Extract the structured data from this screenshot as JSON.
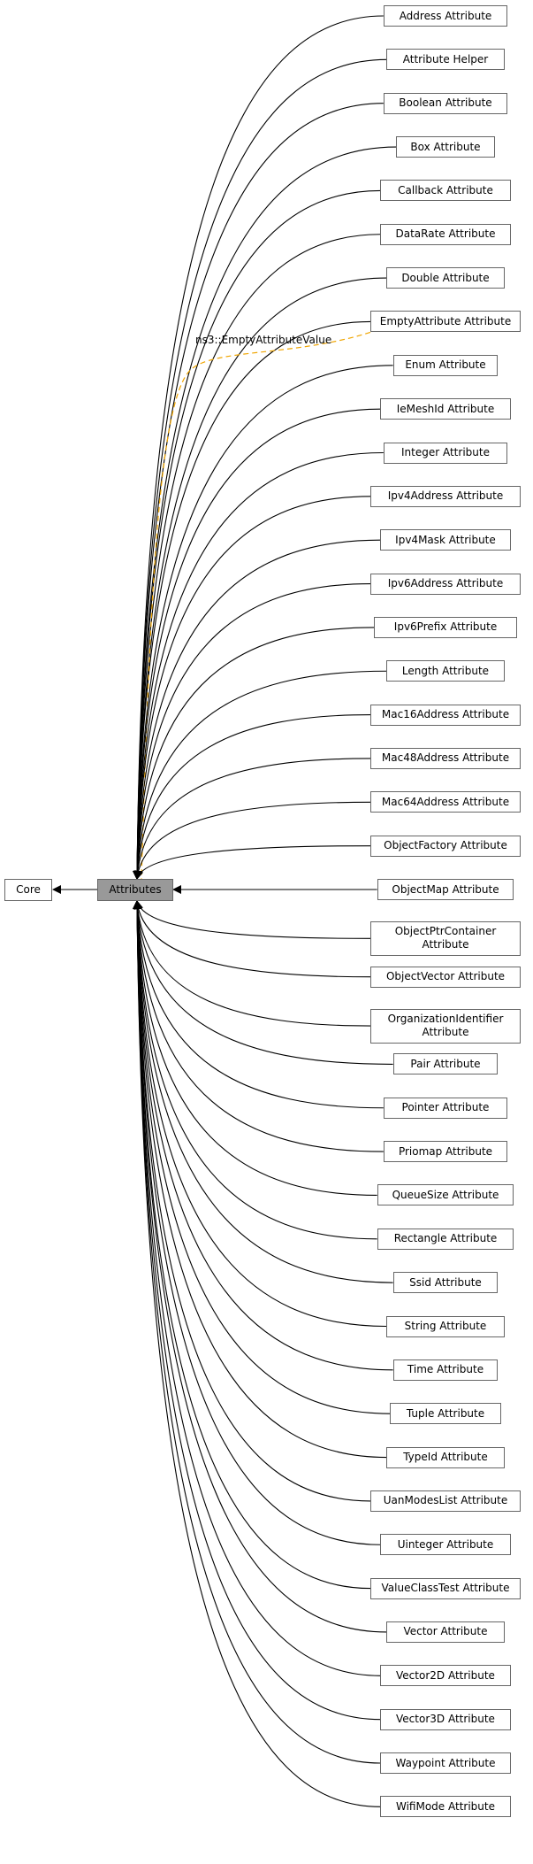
{
  "diagram": {
    "colors": {
      "edge": "#000000",
      "dashed_edge": "#f0a500",
      "current_fill": "#999999",
      "node_border": "#666666"
    },
    "core": {
      "label": "Core"
    },
    "current": {
      "label": "Attributes"
    },
    "dashed_label": "ns3::EmptyAttributeValue",
    "children": [
      "Address Attribute",
      "Attribute Helper",
      "Boolean Attribute",
      "Box Attribute",
      "Callback Attribute",
      "DataRate Attribute",
      "Double Attribute",
      "EmptyAttribute Attribute",
      "Enum Attribute",
      "IeMeshId Attribute",
      "Integer Attribute",
      "Ipv4Address Attribute",
      "Ipv4Mask Attribute",
      "Ipv6Address Attribute",
      "Ipv6Prefix Attribute",
      "Length Attribute",
      "Mac16Address Attribute",
      "Mac48Address Attribute",
      "Mac64Address Attribute",
      "ObjectFactory Attribute",
      "ObjectMap Attribute",
      "ObjectPtrContainer\nAttribute",
      "ObjectVector Attribute",
      "OrganizationIdentifier\nAttribute",
      "Pair Attribute",
      "Pointer Attribute",
      "Priomap Attribute",
      "QueueSize Attribute",
      "Rectangle Attribute",
      "Ssid Attribute",
      "String Attribute",
      "Time Attribute",
      "Tuple Attribute",
      "TypeId Attribute",
      "UanModesList Attribute",
      "Uinteger Attribute",
      "ValueClassTest Attribute",
      "Vector Attribute",
      "Vector2D Attribute",
      "Vector3D Attribute",
      "Waypoint Attribute",
      "WifiMode Attribute"
    ]
  }
}
